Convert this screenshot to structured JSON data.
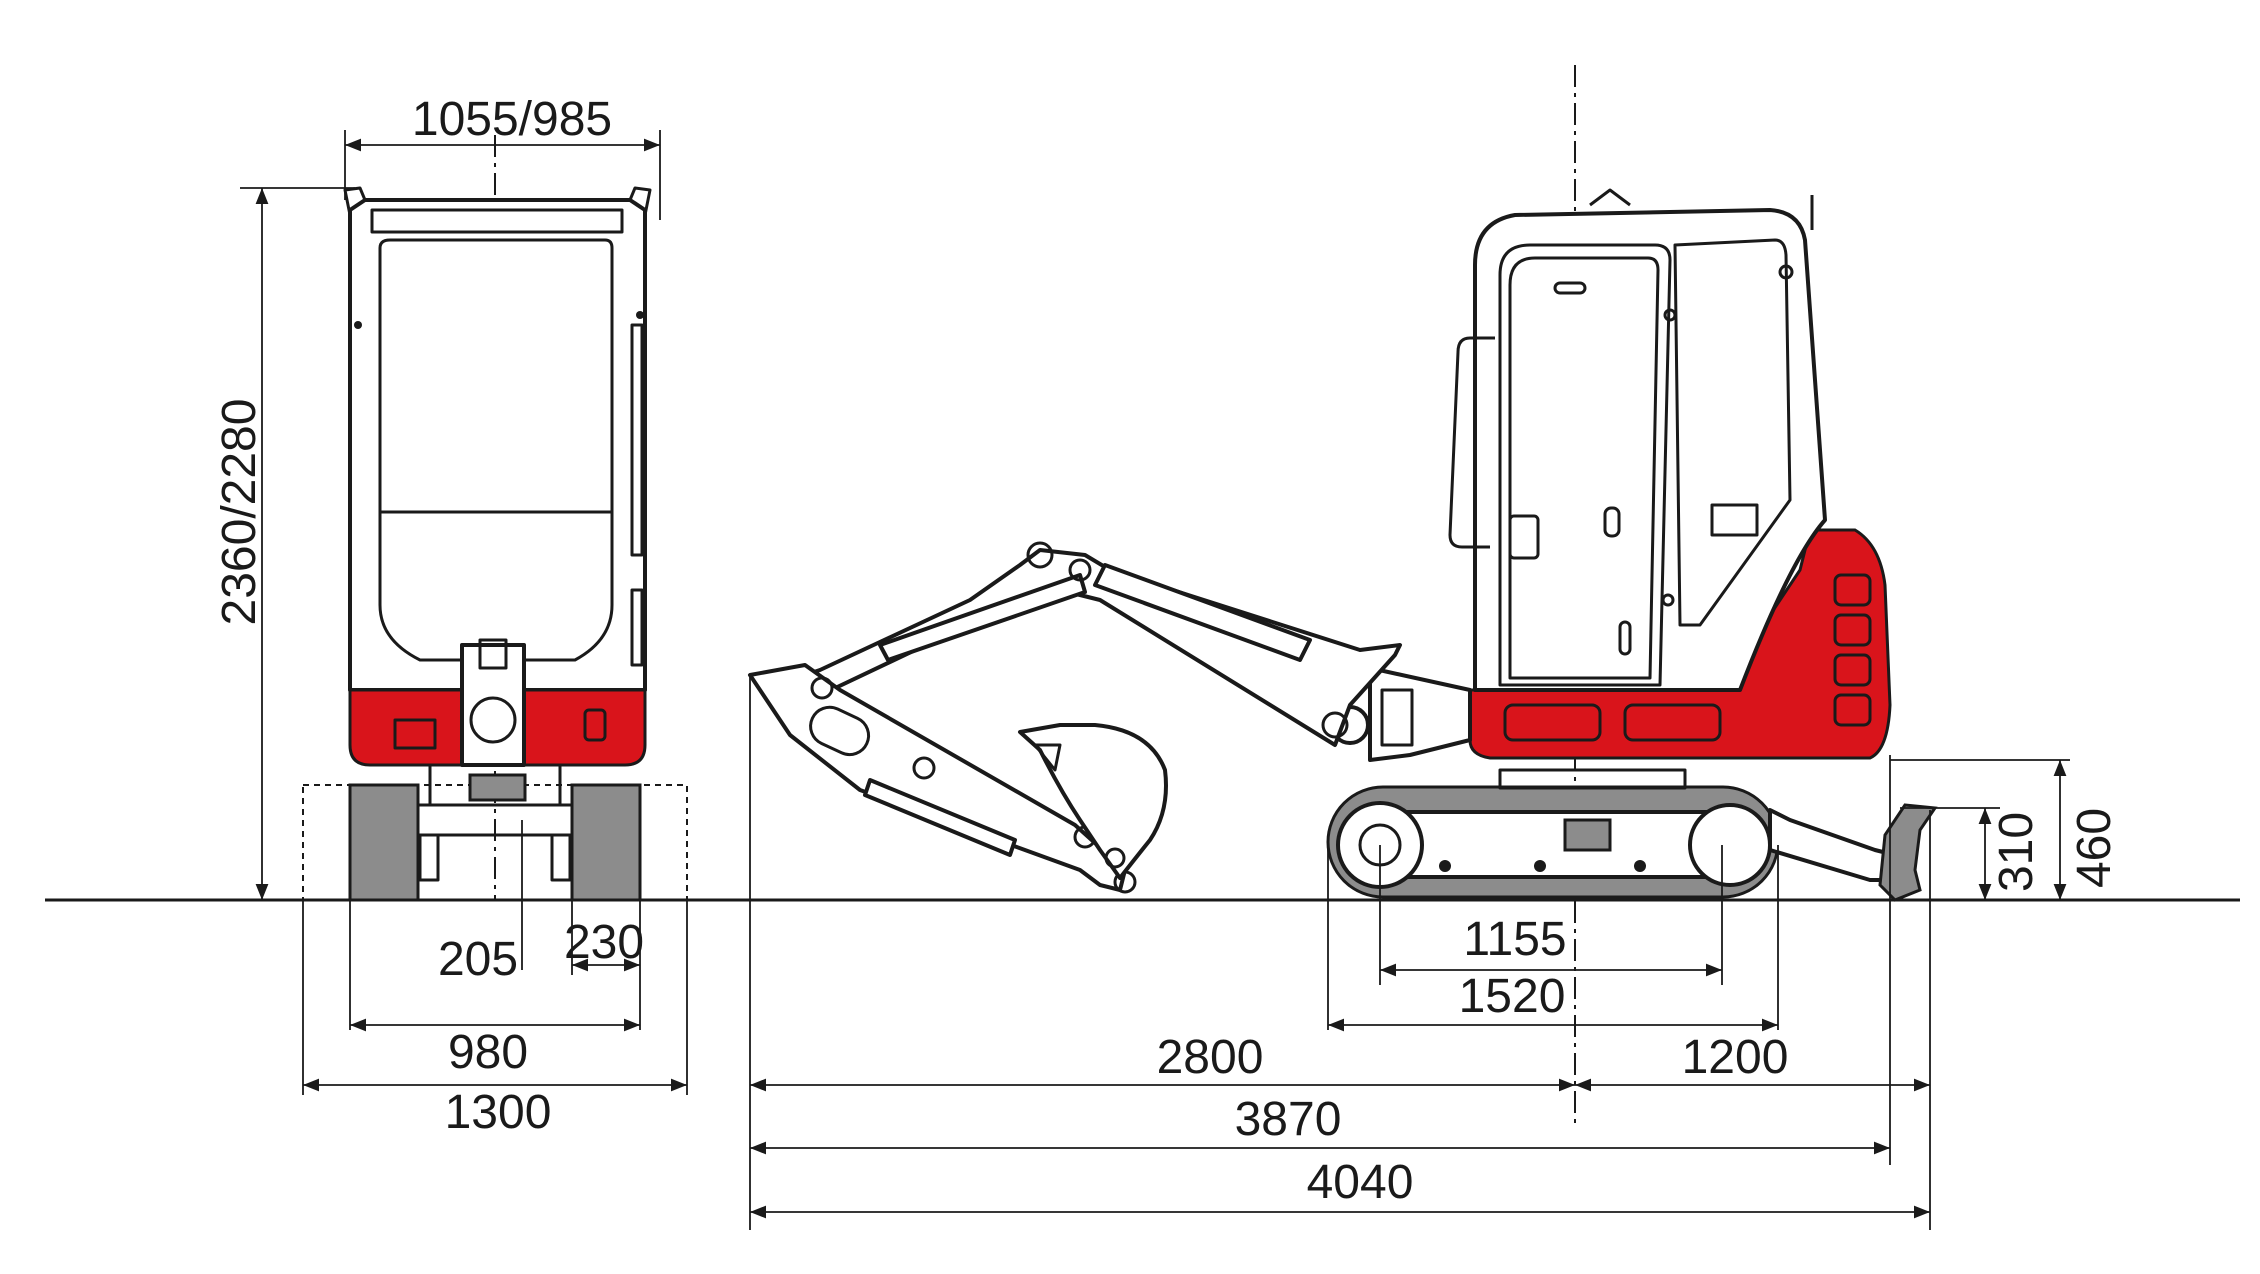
{
  "colors": {
    "accent_red": "#d9141b",
    "track_grey": "#8c8c8c",
    "line": "#1a1a1a"
  },
  "front_view": {
    "dim_top_width": "1055/985",
    "dim_height": "2360/2280",
    "dim_205": "205",
    "dim_230": "230",
    "dim_980": "980",
    "dim_1300": "1300"
  },
  "side_view": {
    "dim_1155": "1155",
    "dim_1520": "1520",
    "dim_2800": "2800",
    "dim_1200": "1200",
    "dim_3870": "3870",
    "dim_4040": "4040",
    "dim_310": "310",
    "dim_460": "460"
  }
}
